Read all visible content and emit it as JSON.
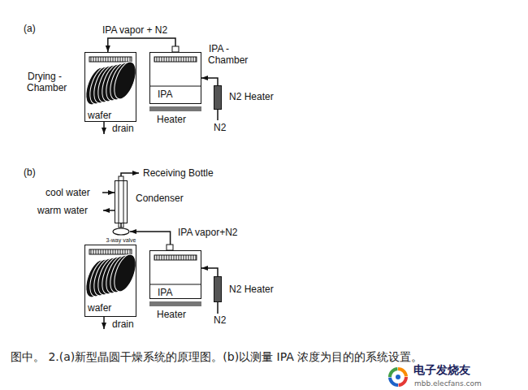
{
  "diagram": {
    "caption": "图中。 2.(a)新型晶圆干燥系统的原理图。(b)以测量 IPA 浓度为目的的系统设置。",
    "nodes": [
      {
        "text": [
          "Drying - Chamber",
          "wafer"
        ]
      },
      {
        "text": [
          "IPA - Chamber",
          "IPA"
        ]
      },
      {
        "text": [
          "Heater"
        ]
      },
      {
        "text": [
          "N2 Heater"
        ]
      },
      {
        "text": [
          "Condenser"
        ]
      },
      {
        "text": [
          "3-way valve"
        ]
      },
      {
        "text": [
          "wafer"
        ]
      },
      {
        "text": [
          "IPA"
        ]
      },
      {
        "text": [
          "Heater"
        ]
      },
      {
        "text": [
          "N2 Heater"
        ]
      }
    ],
    "edges": [
      {
        "from": 1,
        "to": 0,
        "arrow": "to"
      },
      {
        "from": 3,
        "to": 1,
        "arrow": "to"
      },
      {
        "from": 7,
        "to": 5,
        "arrow": "to"
      },
      {
        "from": 5,
        "to": 4,
        "arrow": "none"
      },
      {
        "from": 9,
        "to": 7,
        "arrow": "to"
      }
    ],
    "labels": [
      "(a)",
      "IPA vapor + N2",
      "N2",
      "drain",
      "(b)",
      "Receiving Bottle",
      "cool water",
      "warm water",
      "IPA vapor+N2",
      "N2",
      "drain",
      "电子发烧友",
      "mbb.elecfans.com"
    ]
  }
}
